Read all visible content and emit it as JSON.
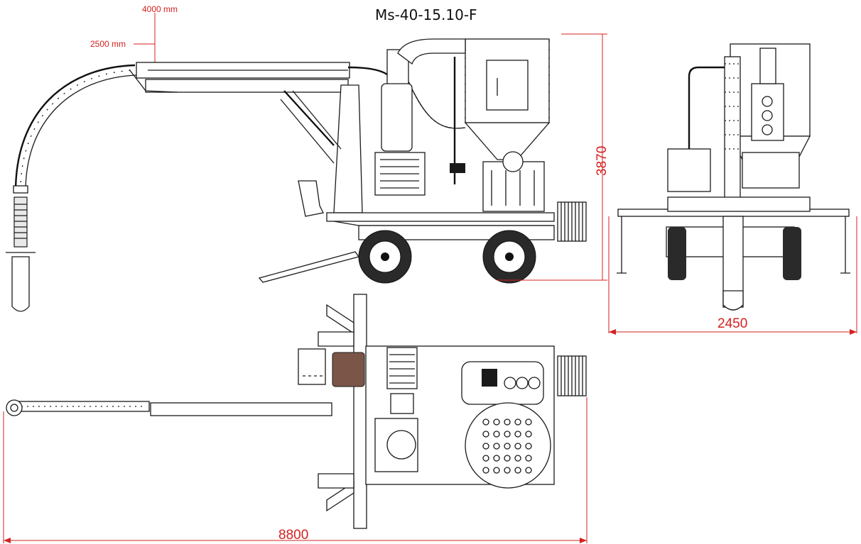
{
  "title": "Ms-40-15.10-F",
  "dimensions": {
    "height_label_top": "4000 mm",
    "height_label_mid": "2500 mm",
    "overall_height": "3870",
    "overall_width": "2450",
    "overall_length": "8800"
  },
  "colors": {
    "dimension": "#d62020",
    "linework": "#1a1a1a",
    "motor_brown": "#7a5548"
  }
}
